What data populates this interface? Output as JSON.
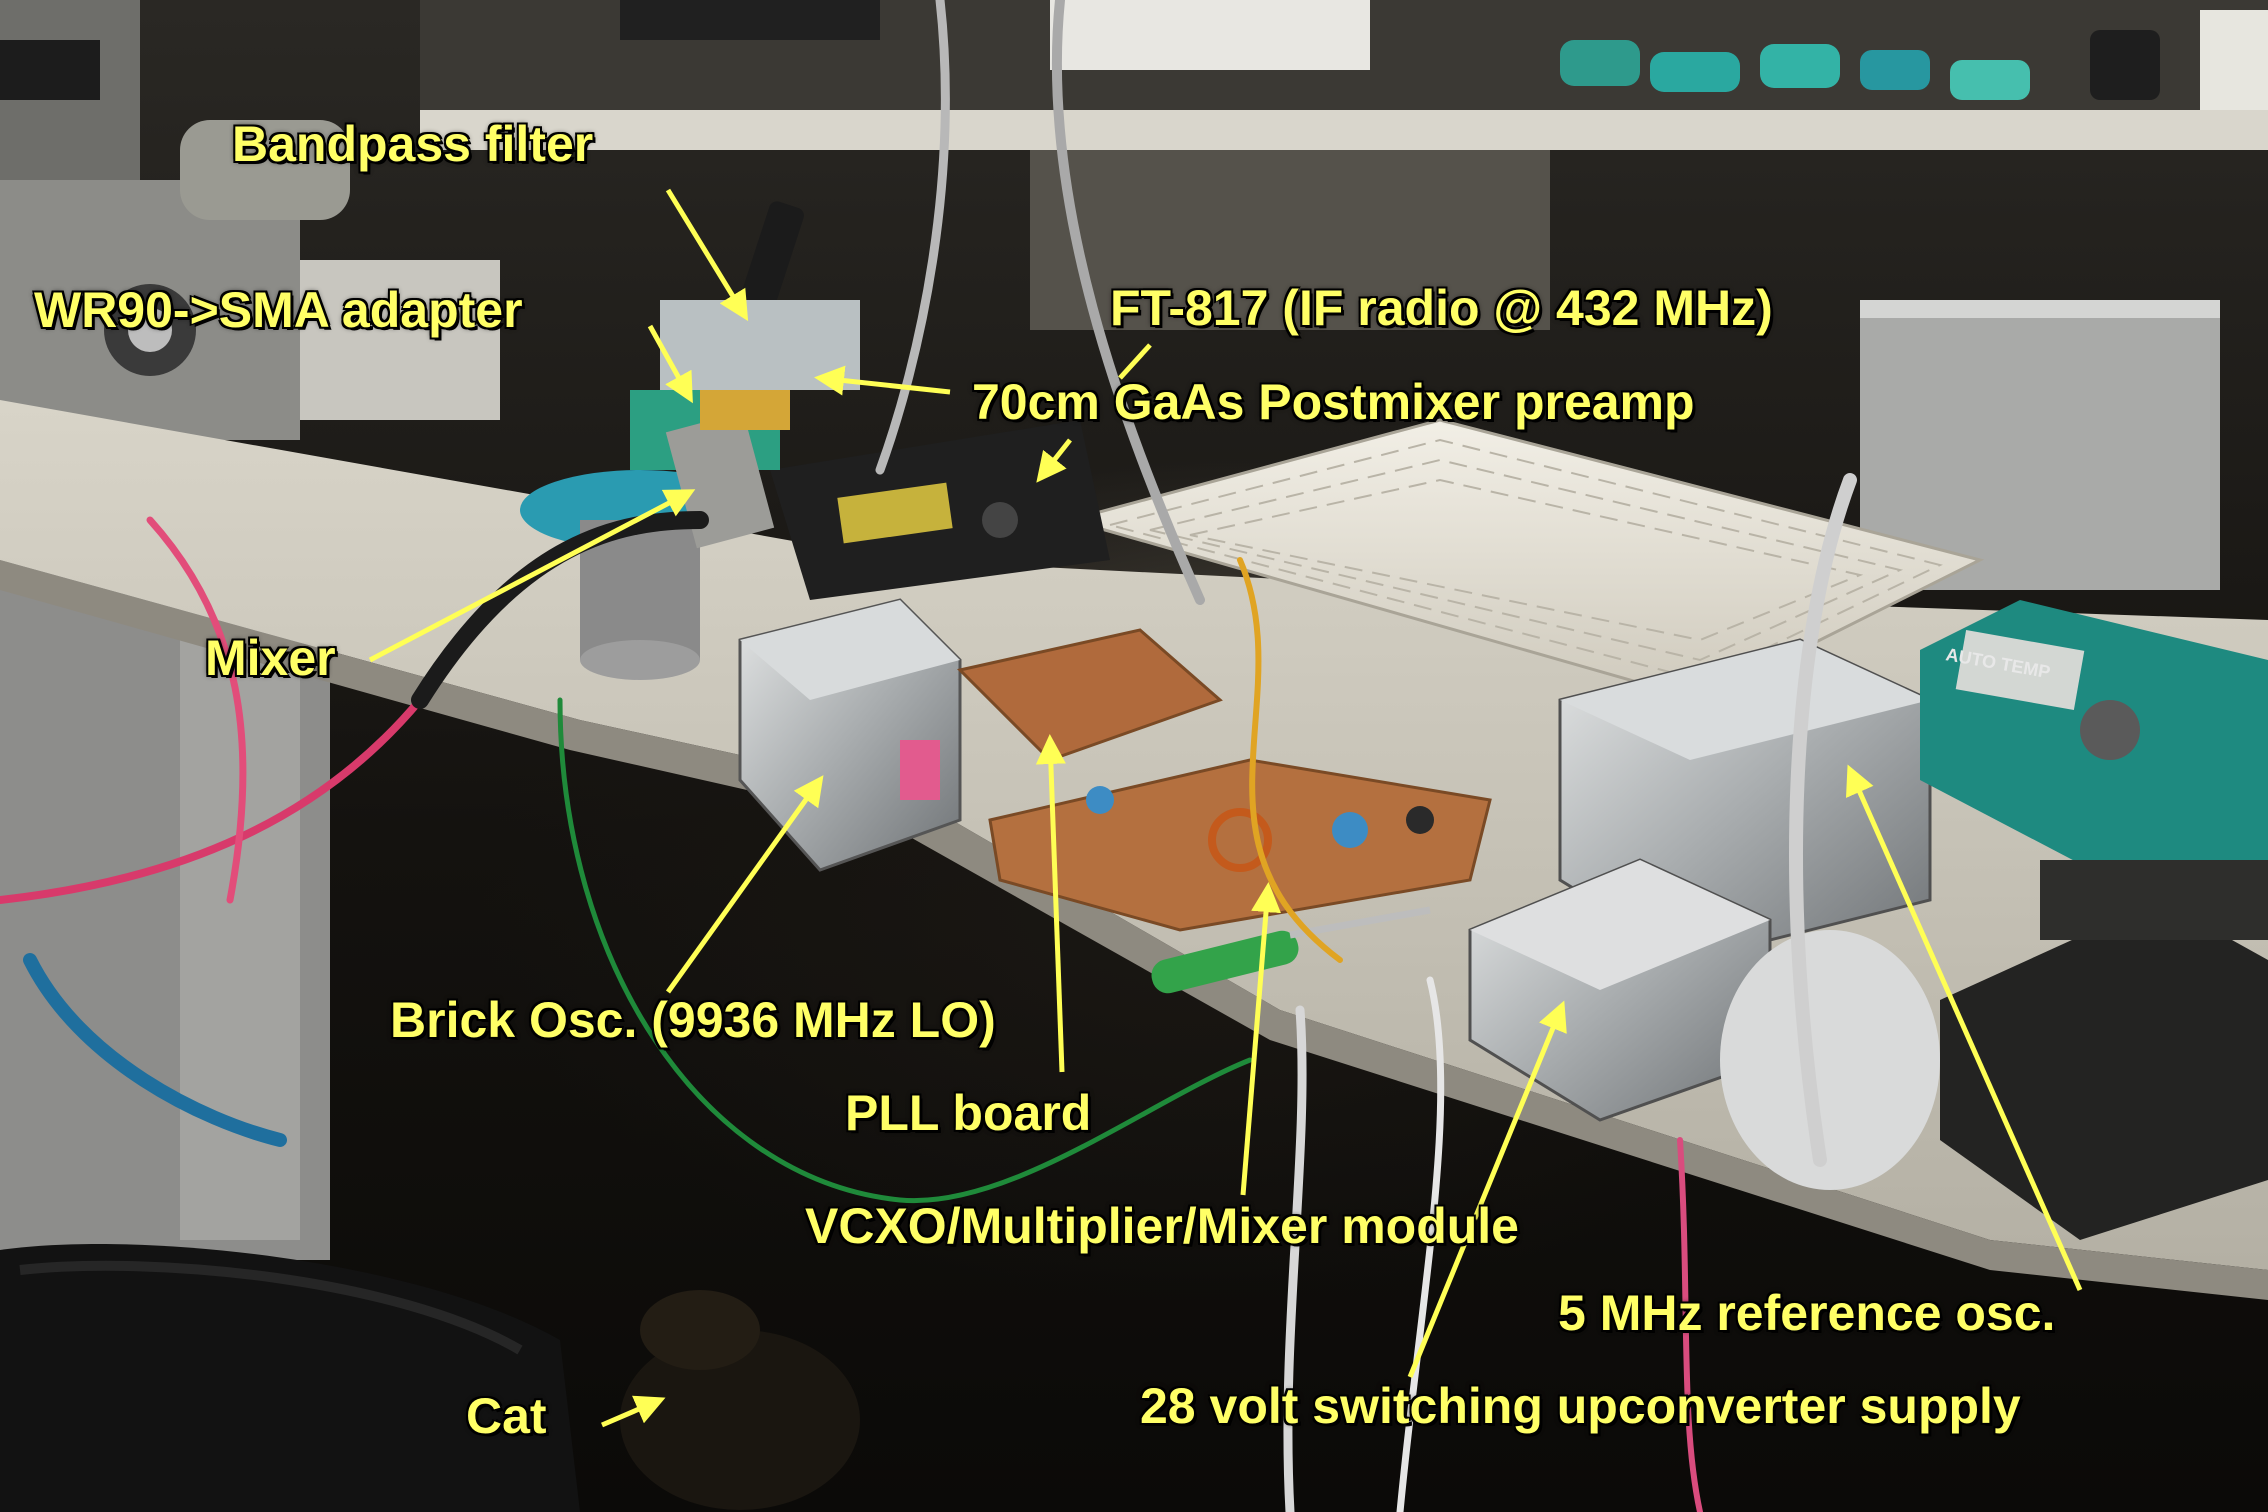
{
  "labels": {
    "bandpass_filter": "Bandpass filter",
    "wr90_adapter": "WR90->SMA adapter",
    "ft817": "FT-817   (IF radio @ 432 MHz)",
    "postmixer_preamp": "70cm GaAs Postmixer preamp",
    "mixer": "Mixer",
    "brick_osc": "Brick Osc. (9936 MHz LO)",
    "pll_board": "PLL board",
    "vcxo_module": "VCXO/Multiplier/Mixer module",
    "reference_osc": "5 MHz reference osc.",
    "upconverter_supply": "28 volt switching upconverter supply",
    "cat": "Cat"
  },
  "colors": {
    "label_text": "#ffff66",
    "label_outline": "#000000",
    "arrow": "#ffff55",
    "bench": "#cfcbbf",
    "pcb": "#b06a3c",
    "teal_station": "#1e8a80"
  },
  "device_text": {
    "station_brand": "AUTO TEMP"
  }
}
